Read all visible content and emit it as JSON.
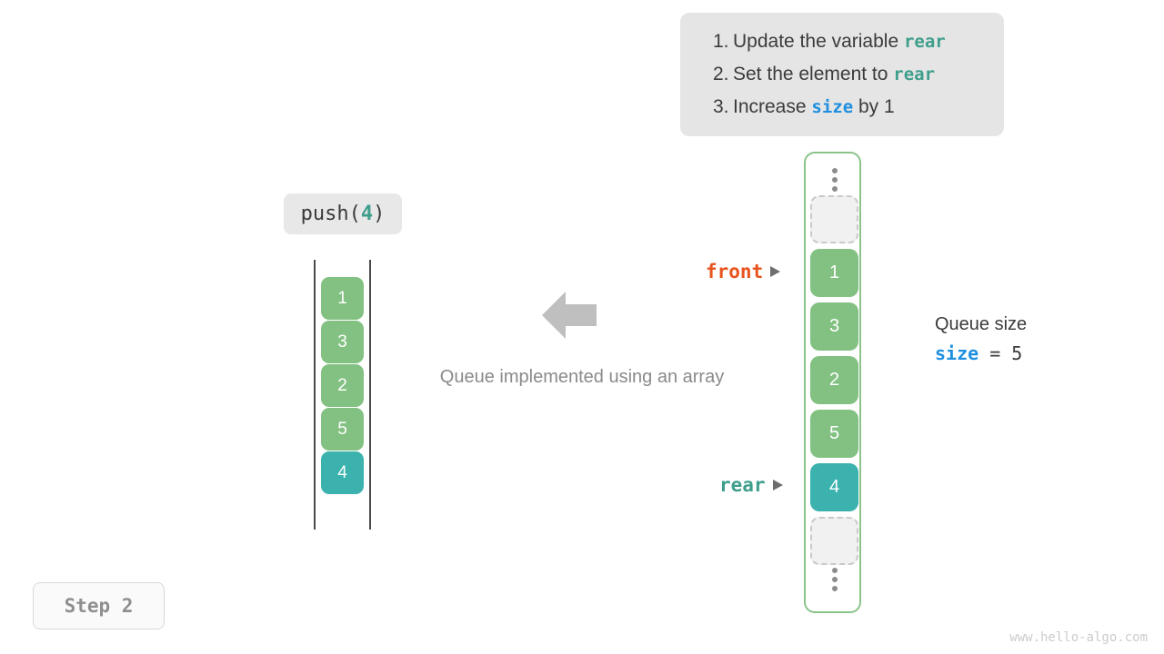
{
  "instructions": {
    "items": [
      {
        "num": "1.",
        "before": "Update the variable ",
        "keyword": "rear",
        "keyword_kind": "rear",
        "after": ""
      },
      {
        "num": "2.",
        "before": "Set the element to ",
        "keyword": "rear",
        "keyword_kind": "rear",
        "after": ""
      },
      {
        "num": "3.",
        "before": "Increase ",
        "keyword": "size",
        "keyword_kind": "size",
        "after": " by 1"
      }
    ]
  },
  "operation": {
    "name": "push(",
    "arg": "4",
    "close": ")"
  },
  "left_queue": {
    "cells": [
      {
        "value": "1",
        "color": "green"
      },
      {
        "value": "3",
        "color": "green"
      },
      {
        "value": "2",
        "color": "green"
      },
      {
        "value": "5",
        "color": "green"
      },
      {
        "value": "4",
        "color": "teal"
      }
    ]
  },
  "caption": "Queue implemented using an array",
  "array": {
    "slots": [
      {
        "value": "",
        "kind": "empty"
      },
      {
        "value": "1",
        "kind": "green"
      },
      {
        "value": "3",
        "kind": "green"
      },
      {
        "value": "2",
        "kind": "green"
      },
      {
        "value": "5",
        "kind": "green"
      },
      {
        "value": "4",
        "kind": "teal"
      },
      {
        "value": "",
        "kind": "empty"
      }
    ],
    "pointers": {
      "front": "front",
      "rear": "rear"
    }
  },
  "size_readout": {
    "title": "Queue size",
    "var": "size",
    "equals": " = ",
    "value": "5"
  },
  "step_badge": "Step 2",
  "watermark": "www.hello-algo.com",
  "colors": {
    "green": "#82c182",
    "teal": "#3bb2ae",
    "front": "#e8541e",
    "rear": "#3e9e8c",
    "size": "#1f8fe0",
    "panel_bg": "#e5e5e5",
    "container_border": "#8bc48b"
  }
}
